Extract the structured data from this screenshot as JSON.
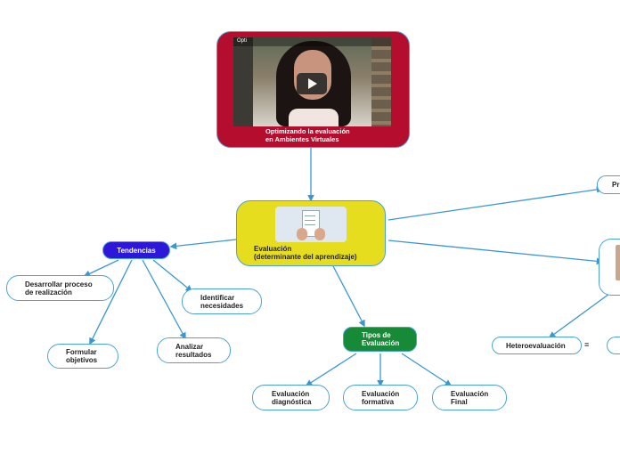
{
  "video": {
    "title": "Optimizando la evaluación\nen Ambientes Virtuales",
    "overlay": "Opti"
  },
  "main": {
    "label": "Evaluación\n(determinante del aprendizaje)"
  },
  "tendencias": {
    "label": "Tendencias"
  },
  "tendencias_children": [
    "Desarrollar proceso\nde realización",
    "Identificar\nnecesidades",
    "Formular\nobjetivos",
    "Analizar\nresultados"
  ],
  "tipos": {
    "label": "Tipos de\nEvaluación"
  },
  "tipos_children": [
    "Evaluación\ndiagnóstica",
    "Evaluación\nformativa",
    "Evaluación\nFinal"
  ],
  "right_top": {
    "label": "Pr"
  },
  "heteroevaluacion": {
    "label": "Heteroevaluación"
  },
  "colors": {
    "video_bg": "#b50d2e",
    "main_bg": "#e6dd1e",
    "tendencias_bg": "#2d17d9",
    "tipos_bg": "#168a36",
    "edge": "#3a97d4"
  }
}
